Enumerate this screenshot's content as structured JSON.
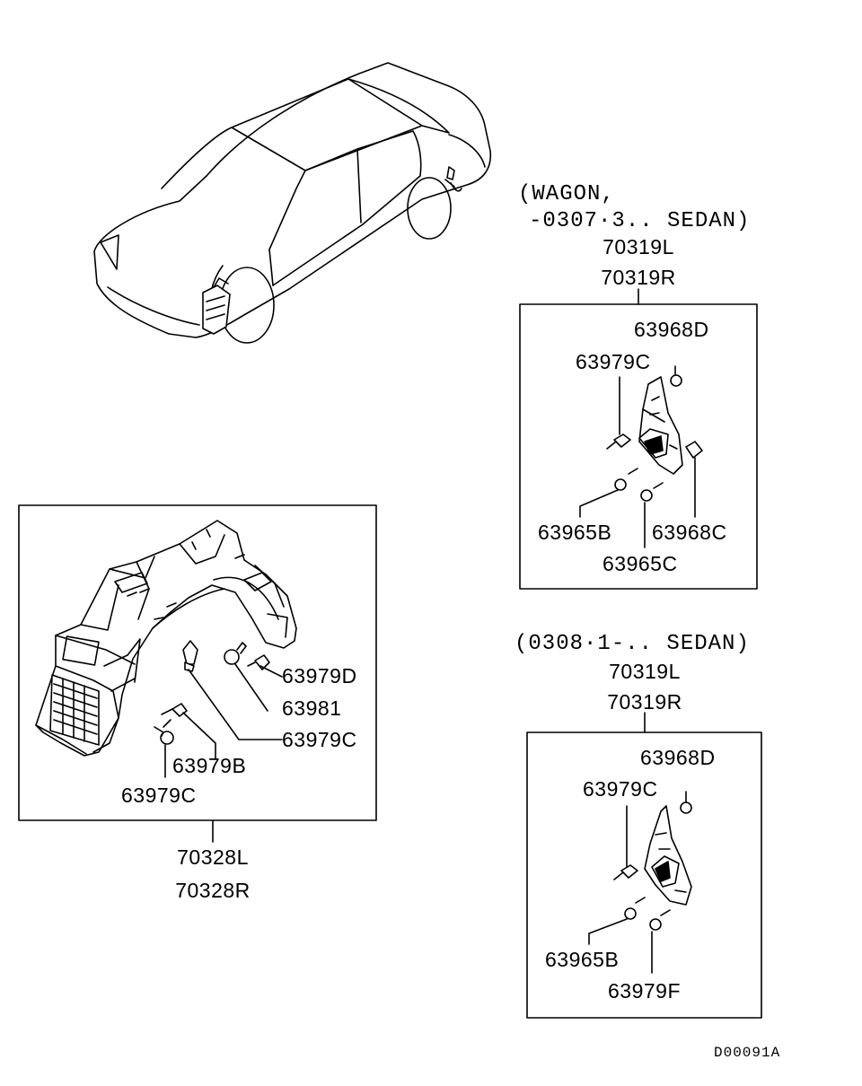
{
  "drawing_code": "D00091A",
  "main_group": {
    "part_numbers": [
      "70328L",
      "70328R"
    ],
    "callouts": {
      "c1": "63979D",
      "c2": "63981",
      "c3": "63979C",
      "c4": "63979B",
      "c5": "63979C"
    }
  },
  "upper_group": {
    "condition_line1": "(WAGON,",
    "condition_line2": "-0307·3.. SEDAN)",
    "part_numbers": [
      "70319L",
      "70319R"
    ],
    "callouts": {
      "c1": "63968D",
      "c2": "63979C",
      "c3": "63965B",
      "c4": "63968C",
      "c5": "63965C"
    }
  },
  "lower_group": {
    "condition_line1": "(0308·1-.. SEDAN)",
    "part_numbers": [
      "70319L",
      "70319R"
    ],
    "callouts": {
      "c1": "63968D",
      "c2": "63979C",
      "c3": "63965B",
      "c4": "63979F"
    }
  }
}
